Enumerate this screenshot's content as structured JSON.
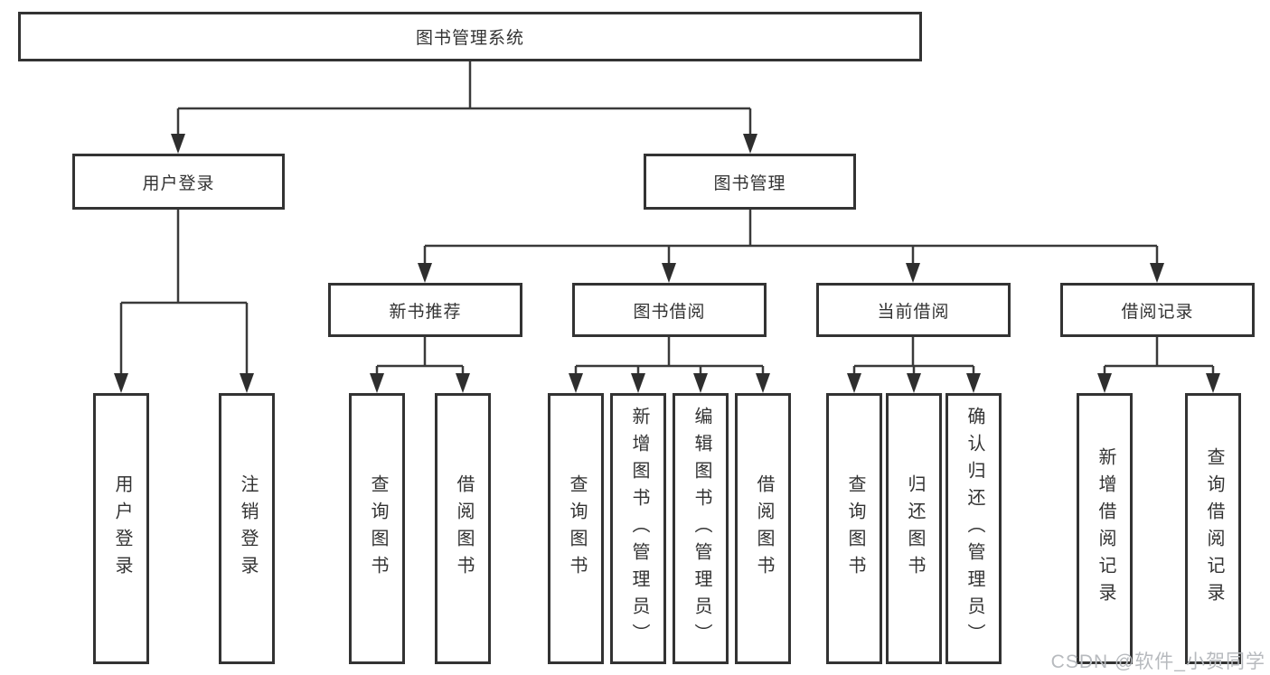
{
  "diagram": {
    "root_label": "图书管理系统",
    "level2": [
      "用户登录",
      "图书管理"
    ],
    "level3": [
      "新书推荐",
      "图书借阅",
      "当前借阅",
      "借阅记录"
    ],
    "leaves": {
      "user_login": [
        "用户登录",
        "注销登录"
      ],
      "new_book_recommend": [
        "查询图书",
        "借阅图书"
      ],
      "book_borrow": [
        "查询图书",
        "新增图书（管理员）",
        "编辑图书（管理员）",
        "借阅图书"
      ],
      "current_borrow": [
        "查询图书",
        "归还图书",
        "确认归还（管理员）"
      ],
      "borrow_record": [
        "新增借阅记录",
        "查询借阅记录"
      ]
    }
  },
  "watermark": {
    "text": "CSDN @软件_小贺同学"
  },
  "colors": {
    "line": "#3a3a3a",
    "box_border": "#333333",
    "text": "#333333",
    "watermark": "#b7babe",
    "background": "#ffffff"
  }
}
